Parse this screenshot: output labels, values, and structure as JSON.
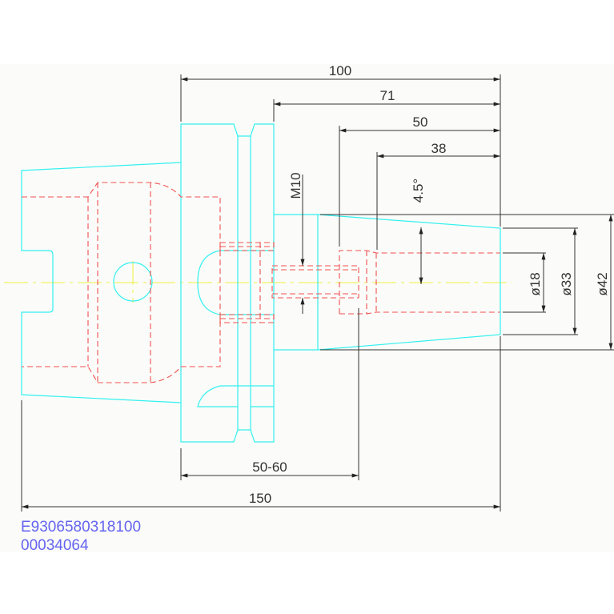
{
  "drawing": {
    "dimensions": {
      "total_flange_to_tip": "100",
      "shank_length": "71",
      "bore_depth": "50",
      "inner_depth": "38",
      "thread": "M10",
      "taper_angle": "4.5°",
      "bore_diameter": "ø18",
      "tip_diameter": "ø33",
      "shank_diameter": "ø42",
      "clamp_range": "50-60",
      "overall_length": "150"
    },
    "part_number": "E9306580318100",
    "code": "00034064"
  },
  "colors": {
    "outline": "#33f0f0",
    "hidden": "#f05050",
    "centerline": "#f0f040",
    "dimension": "#333333",
    "text_code": "#6464f0"
  }
}
